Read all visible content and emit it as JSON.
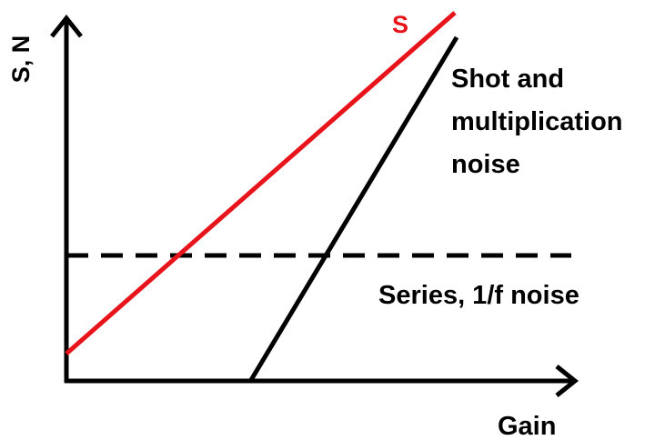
{
  "diagram": {
    "y_axis_label": "S, N",
    "x_axis_label": "Gain",
    "signal_label": "S",
    "shot_noise_label": [
      "Shot and",
      "multiplication",
      "noise"
    ],
    "series_noise_label": "Series, 1/f noise"
  },
  "colors": {
    "signal_line": "#e8141b",
    "noise_lines": "#000000",
    "axes": "#000000"
  }
}
